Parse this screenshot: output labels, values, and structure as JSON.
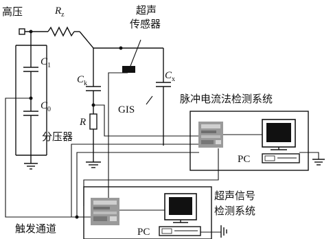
{
  "labels": {
    "high_voltage": "高压",
    "rz_symbol": "R",
    "rz_sub": "z",
    "sensor_line1": "超声",
    "sensor_line2": "传感器",
    "c1_symbol": "C",
    "c1_sub": "1",
    "c0_symbol": "C",
    "c0_sub": "0",
    "ck_symbol": "C",
    "ck_sub": "k",
    "cx_symbol": "C",
    "cx_sub": "x",
    "r_symbol": "R",
    "gis": "GIS",
    "divider": "分压器",
    "pulse_system": "脉冲电流法检测系统",
    "ultra_line1": "超声信号",
    "ultra_line2": "检测系统",
    "pc_top": "PC",
    "pc_bottom": "PC",
    "trigger": "触发通道"
  }
}
